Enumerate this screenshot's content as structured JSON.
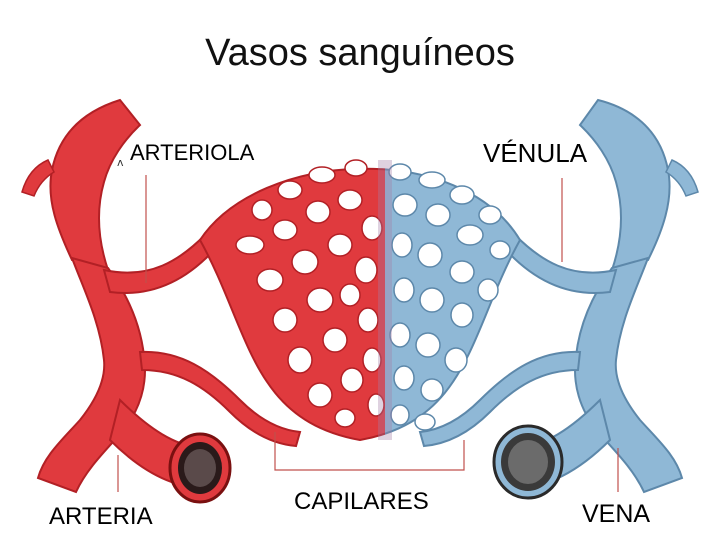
{
  "title": "Vasos sanguíneos",
  "labels": {
    "arteriola": "ARTERIOLA",
    "venula": "VÉNULA",
    "arteria": "ARTERIA",
    "capilares": "CAPILARES",
    "vena": "VENA"
  },
  "colors": {
    "artery": "#e03a3e",
    "artery_dark": "#b22025",
    "vein": "#8fb8d6",
    "vein_dark": "#5d88aa",
    "leader_line": "#c0504d"
  }
}
